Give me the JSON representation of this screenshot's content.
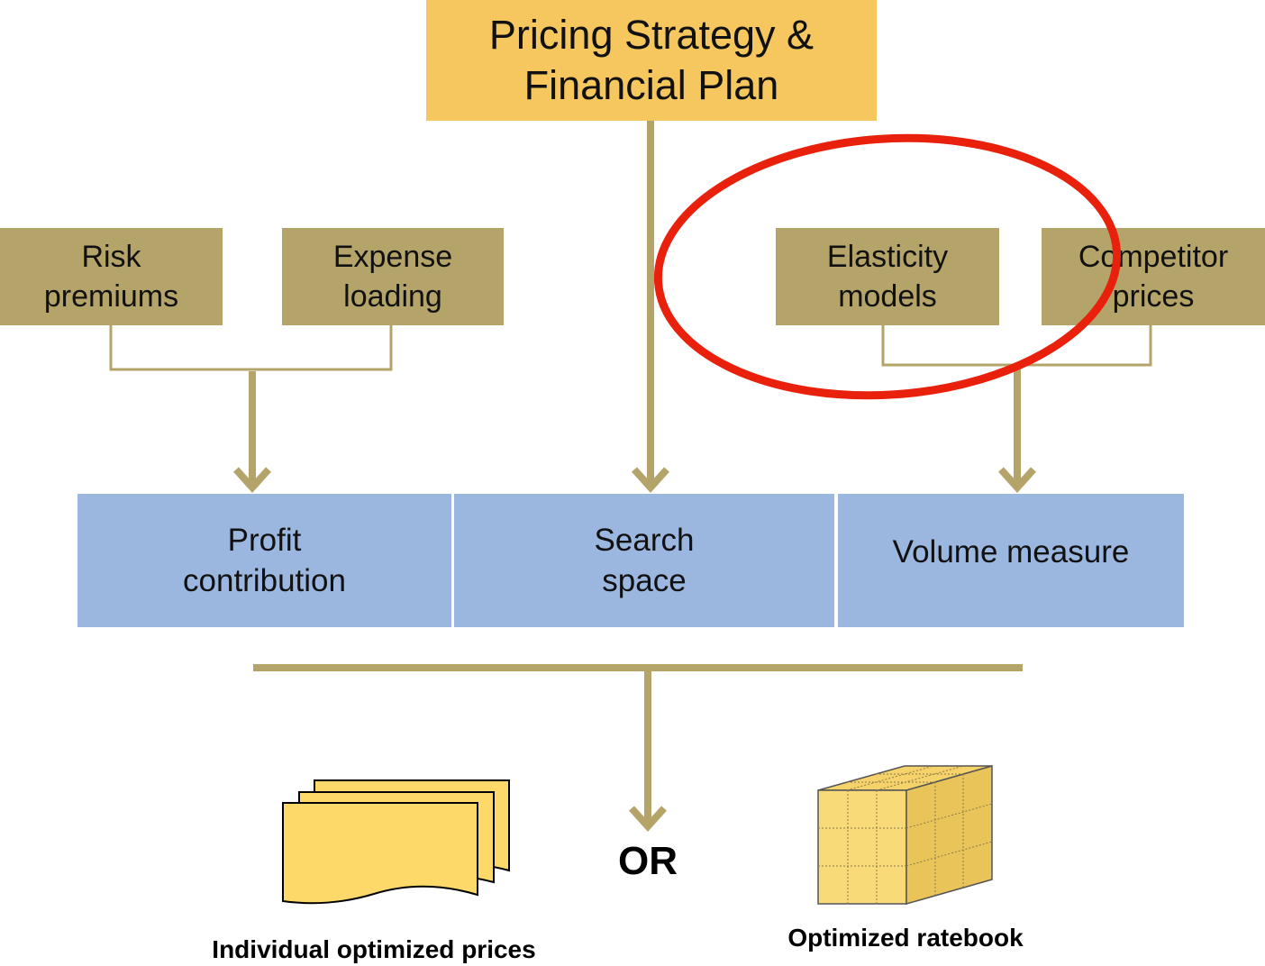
{
  "top": {
    "title": "Pricing Strategy &\nFinancial Plan"
  },
  "inputs_left": [
    {
      "label": "Risk\npremiums"
    },
    {
      "label": "Expense\nloading"
    }
  ],
  "inputs_right": [
    {
      "label": "Elasticity\nmodels"
    },
    {
      "label": "Competitor\nprices"
    }
  ],
  "middle": [
    {
      "label": "Profit\ncontribution"
    },
    {
      "label": "Search\nspace"
    },
    {
      "label": "Volume measure"
    }
  ],
  "outputs": {
    "or_label": "OR",
    "left_label": "Individual optimized prices",
    "right_label": "Optimized ratebook"
  },
  "colors": {
    "top_box": "#F5C75E",
    "input_box": "#B4A46A",
    "middle_box": "#9BB7E0",
    "arrow": "#B4A46A",
    "highlight_ellipse": "#E8200C",
    "document_fill": "#FDD96A",
    "cube_fill": "#F5D36A"
  },
  "icons": [
    "document-stack-icon",
    "cube-icon"
  ]
}
